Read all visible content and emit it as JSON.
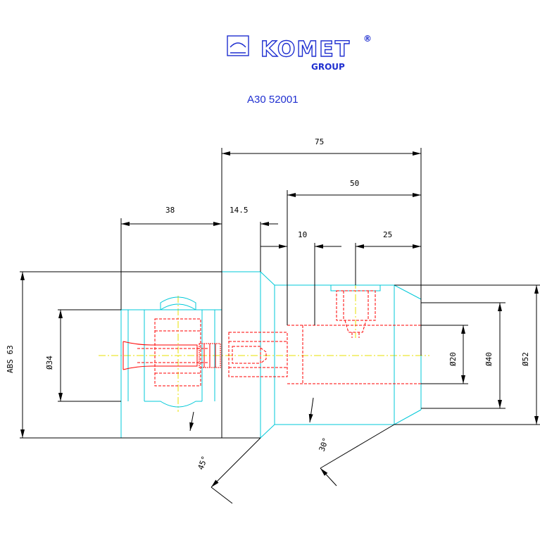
{
  "logo": {
    "brand": "KOMET",
    "group": "GROUP",
    "registered": "®"
  },
  "part_number": "A30 52001",
  "dimensions": {
    "overall_length": "75",
    "length_50": "50",
    "length_38": "38",
    "length_14_5": "14.5",
    "length_10": "10",
    "length_25": "25",
    "abs": "ABS 63",
    "dia_34": "Ø34",
    "dia_20": "Ø20",
    "dia_40": "Ø40",
    "dia_52": "Ø52",
    "angle_45": "45°",
    "angle_30": "30°"
  },
  "colors": {
    "outline": "#000000",
    "body": "#00c8d8",
    "hidden": "#ff0000",
    "centerline": "#e8e000",
    "brand": "#1f2fd0"
  }
}
